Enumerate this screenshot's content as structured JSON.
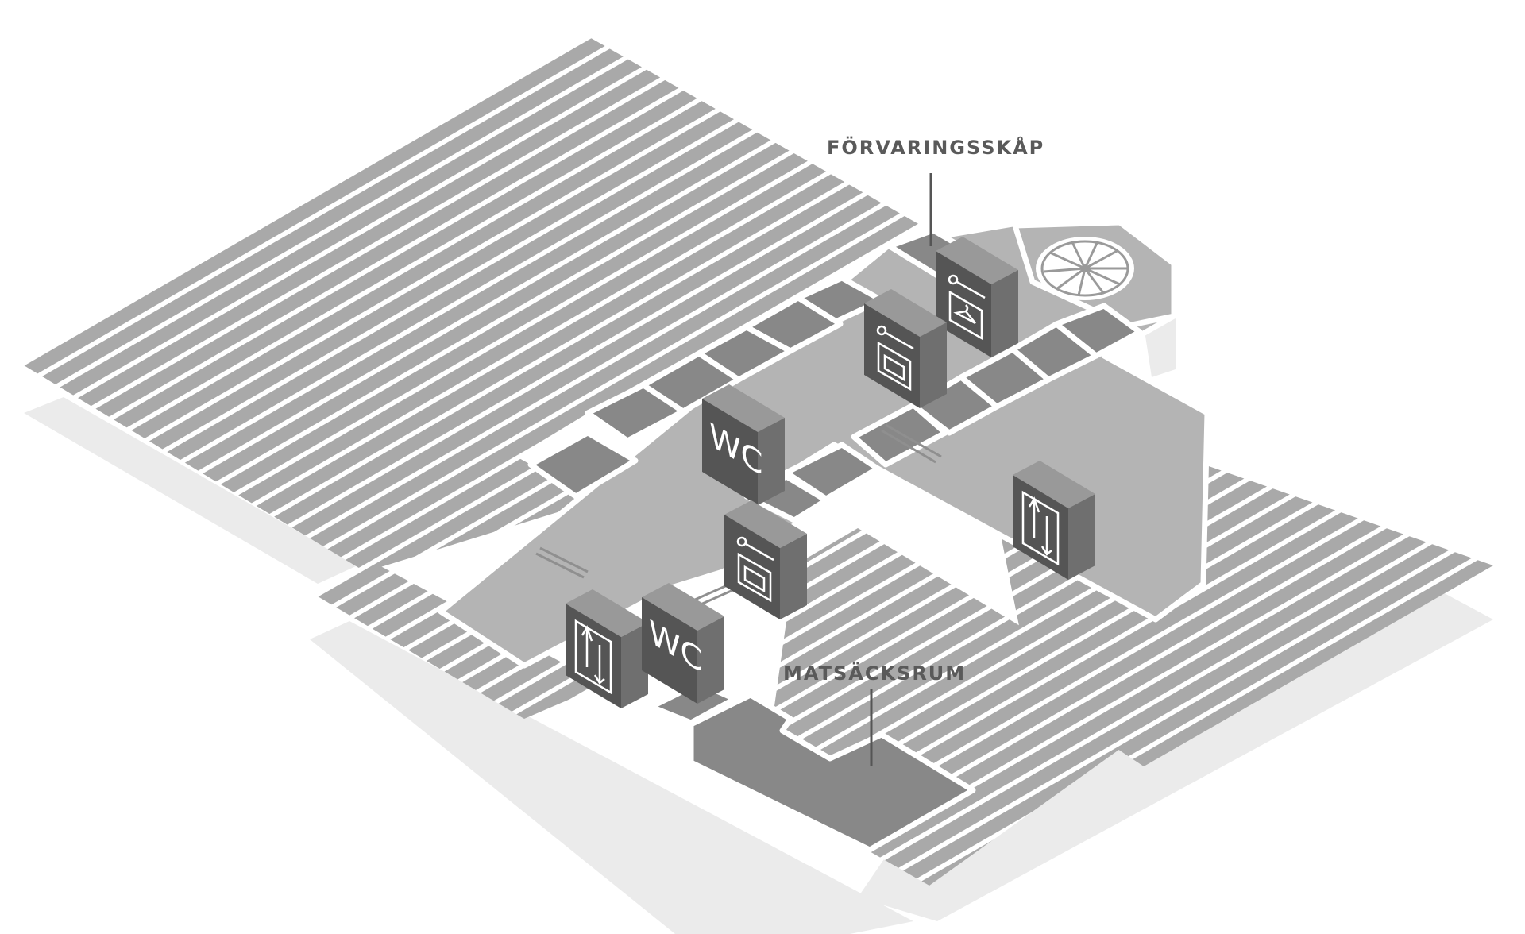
{
  "map": {
    "labels": {
      "lockers": "FÖRVARINGSSKÅP",
      "lunch_room": "MATSÄCKSRUM"
    },
    "signs": {
      "wc_upper": "WC",
      "wc_lower": "WC"
    },
    "icons": {
      "lockers": "locker-key-hanger-icon",
      "luggage_upper": "locker-key-bag-icon",
      "luggage_lower": "locker-key-bag-icon",
      "elevator_right": "elevator-icon",
      "elevator_left": "elevator-icon",
      "stairs": "spiral-stairs-icon"
    },
    "colors": {
      "background": "#ffffff",
      "hatch": "#a9a9a9",
      "corridor": "#b4b4b4",
      "rooms": "#888888",
      "sign": "#555555",
      "shadow": "#ebebeb"
    }
  }
}
